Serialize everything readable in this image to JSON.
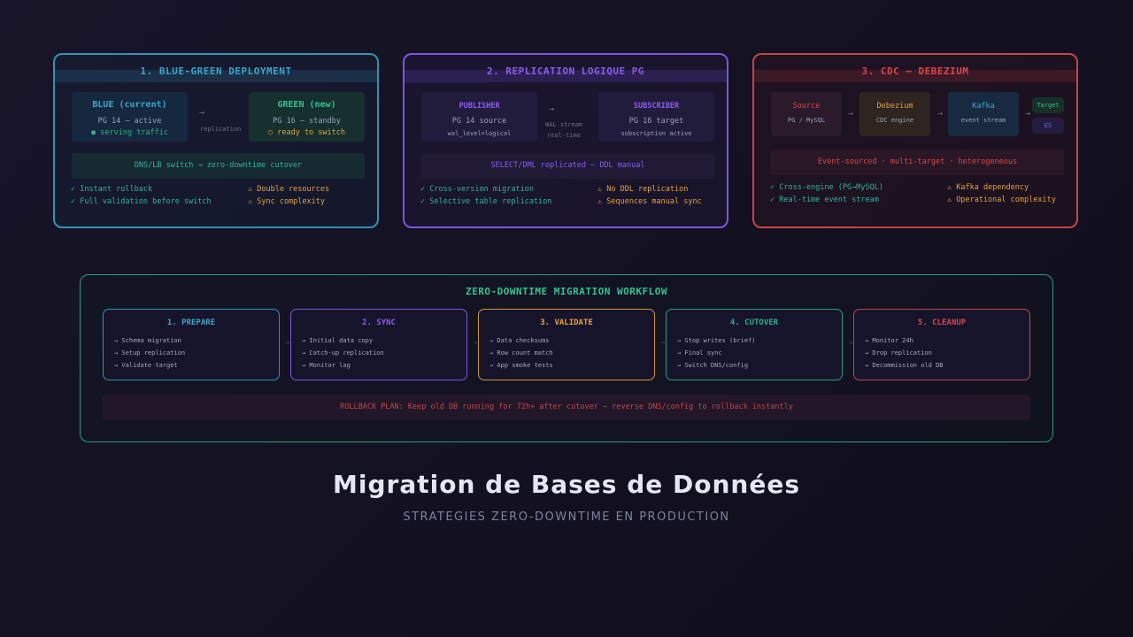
{
  "strategies": [
    {
      "title": "1. BLUE-GREEN DEPLOYMENT",
      "color": "#3aa6c9",
      "left_box": {
        "title": "BLUE (current)",
        "line1": "PG 14 — active",
        "line2": "● serving traffic"
      },
      "arrow": "→",
      "arrow_label": "replication",
      "right_box": {
        "title": "GREEN (new)",
        "line1": "PG 16 — standby",
        "line2": "○ ready to switch"
      },
      "banner": "DNS/LB switch → zero-downtime cutover",
      "pros": [
        "✓ Instant rollback",
        "✓ Full validation before switch"
      ],
      "cons": [
        "⚠ Double resources",
        "⚠ Sync complexity"
      ]
    },
    {
      "title": "2. REPLICATION LOGIQUE PG",
      "color": "#8a5cf0",
      "left_box": {
        "title": "PUBLISHER",
        "line1": "PG 14 source",
        "line2": "wal_level=logical"
      },
      "arrow": "→",
      "arrow_label": [
        "WAL stream",
        "real-time"
      ],
      "right_box": {
        "title": "SUBSCRIBER",
        "line1": "PG 16 target",
        "line2": "subscription active"
      },
      "banner": "SELECT/DML replicated — DDL manual",
      "pros": [
        "✓ Cross-version migration",
        "✓ Selective table replication"
      ],
      "cons": [
        "⚠ No DDL replication",
        "⚠ Sequences manual sync"
      ]
    },
    {
      "title": "3. CDC — DEBEZIUM",
      "color": "#d8474c",
      "nodes": [
        {
          "title": "Source",
          "sub": "PG / MySQL"
        },
        {
          "title": "Debezium",
          "sub": "CDC engine"
        },
        {
          "title": "Kafka",
          "sub": "event stream"
        }
      ],
      "targets": [
        "Target",
        "ES"
      ],
      "banner": "Event-sourced · multi-target · heterogeneous",
      "pros": [
        "✓ Cross-engine (PG→MySQL)",
        "✓ Real-time event stream"
      ],
      "cons": [
        "⚠ Kafka dependency",
        "⚠ Operational complexity"
      ]
    }
  ],
  "workflow": {
    "title": "ZERO-DOWNTIME MIGRATION WORKFLOW",
    "steps": [
      {
        "title": "1. PREPARE",
        "color": "#3aa6c9",
        "items": [
          "→ Schema migration",
          "→ Setup replication",
          "→ Validate target"
        ]
      },
      {
        "title": "2. SYNC",
        "color": "#8a5cf0",
        "items": [
          "→ Initial data copy",
          "→ Catch-up replication",
          "→ Monitor lag"
        ]
      },
      {
        "title": "3. VALIDATE",
        "color": "#e3a23b",
        "items": [
          "→ Data checksums",
          "→ Row count match",
          "→ App smoke tests"
        ]
      },
      {
        "title": "4. CUTOVER",
        "color": "#2fb08c",
        "items": [
          "→ Stop writes (brief)",
          "→ Final sync",
          "→ Switch DNS/config"
        ]
      },
      {
        "title": "5. CLEANUP",
        "color": "#d8474c",
        "items": [
          "→ Monitor 24h",
          "→ Drop replication",
          "→ Decommission old DB"
        ]
      }
    ],
    "rollback": "ROLLBACK PLAN: Keep old DB running for 72h+ after cutover — reverse DNS/config to rollback instantly"
  },
  "title": "Migration de Bases de Données",
  "subtitle": "STRATEGIES ZERO-DOWNTIME EN PRODUCTION"
}
